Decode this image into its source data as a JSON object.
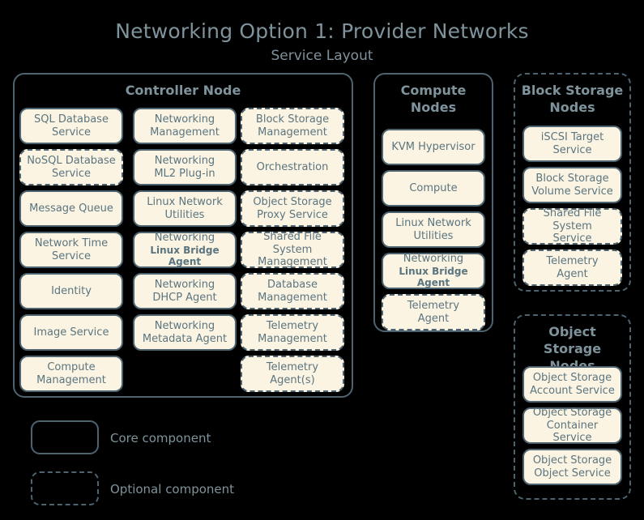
{
  "header": {
    "title": "Networking Option 1: Provider Networks",
    "subtitle": "Service Layout"
  },
  "colors": {
    "background": "#000000",
    "box_fill": "#fcf4e2",
    "stroke": "#4d6470",
    "title_text": "#7e939c",
    "box_text": "#5a7580"
  },
  "panels": [
    {
      "id": "controller-node",
      "title": "Controller Node",
      "style": "solid",
      "columns": [
        {
          "id": "controller-col-1",
          "items": [
            {
              "label": "SQL Database Service",
              "line1": "SQL Database",
              "line2": "Service",
              "style": "solid"
            },
            {
              "label": "NoSQL Database Service",
              "line1": "NoSQL Database",
              "line2": "Service",
              "style": "dashed"
            },
            {
              "label": "Message Queue",
              "line1": "Message Queue",
              "line2": "",
              "style": "solid"
            },
            {
              "label": "Network Time Service",
              "line1": "Network Time",
              "line2": "Service",
              "style": "solid"
            },
            {
              "label": "Identity",
              "line1": "Identity",
              "line2": "",
              "style": "solid"
            },
            {
              "label": "Image Service",
              "line1": "Image Service",
              "line2": "",
              "style": "solid"
            },
            {
              "label": "Compute Management",
              "line1": "Compute",
              "line2": "Management",
              "style": "solid"
            }
          ]
        },
        {
          "id": "controller-col-2",
          "items": [
            {
              "label": "Networking Management",
              "line1": "Networking",
              "line2": "Management",
              "style": "solid"
            },
            {
              "label": "Networking ML2 Plug-in",
              "line1": "Networking",
              "line2": "ML2 Plug-in",
              "style": "solid"
            },
            {
              "label": "Linux Network Utilities",
              "line1": "Linux Network",
              "line2": "Utilities",
              "style": "solid"
            },
            {
              "label": "Networking Linux Bridge Agent",
              "line1": "Networking",
              "line2": "Linux Bridge Agent",
              "style": "solid",
              "emphasis2": true
            },
            {
              "label": "Networking DHCP Agent",
              "line1": "Networking",
              "line2": "DHCP Agent",
              "style": "solid"
            },
            {
              "label": "Networking Metadata Agent",
              "line1": "Networking",
              "line2": "Metadata Agent",
              "style": "solid"
            }
          ]
        },
        {
          "id": "controller-col-3",
          "items": [
            {
              "label": "Block Storage Management",
              "line1": "Block Storage",
              "line2": "Management",
              "style": "dashed"
            },
            {
              "label": "Orchestration",
              "line1": "Orchestration",
              "line2": "",
              "style": "dashed"
            },
            {
              "label": "Object Storage Proxy Service",
              "line1": "Object Storage",
              "line2": "Proxy Service",
              "style": "dashed"
            },
            {
              "label": "Shared File System Management",
              "line1": "Shared File System",
              "line2": "Management",
              "style": "dashed"
            },
            {
              "label": "Database Management",
              "line1": "Database",
              "line2": "Management",
              "style": "dashed"
            },
            {
              "label": "Telemetry Management",
              "line1": "Telemetry",
              "line2": "Management",
              "style": "dashed"
            },
            {
              "label": "Telemetry Agent(s)",
              "line1": "Telemetry",
              "line2": "Agent(s)",
              "style": "dashed"
            }
          ]
        }
      ]
    },
    {
      "id": "compute-nodes",
      "title": "Compute Nodes",
      "style": "solid",
      "columns": [
        {
          "id": "compute-col-1",
          "items": [
            {
              "label": "KVM Hypervisor",
              "line1": "KVM Hypervisor",
              "line2": "",
              "style": "solid"
            },
            {
              "label": "Compute",
              "line1": "Compute",
              "line2": "",
              "style": "solid"
            },
            {
              "label": "Linux Network Utilities",
              "line1": "Linux Network",
              "line2": "Utilities",
              "style": "solid"
            },
            {
              "label": "Networking Linux Bridge Agent",
              "line1": "Networking",
              "line2": "Linux Bridge Agent",
              "style": "solid",
              "emphasis2": true
            },
            {
              "label": "Telemetry Agent",
              "line1": "Telemetry",
              "line2": "Agent",
              "style": "dashed"
            }
          ]
        }
      ]
    },
    {
      "id": "block-storage-nodes",
      "title": "Block Storage Nodes",
      "style": "dashed",
      "columns": [
        {
          "id": "block-storage-col-1",
          "items": [
            {
              "label": "iSCSI Target Service",
              "line1": "iSCSI Target",
              "line2": "Service",
              "style": "solid"
            },
            {
              "label": "Block Storage Volume Service",
              "line1": "Block Storage",
              "line2": "Volume Service",
              "style": "solid"
            },
            {
              "label": "Shared File System Service",
              "line1": "Shared File System",
              "line2": "Service",
              "style": "dashed"
            },
            {
              "label": "Telemetry Agent",
              "line1": "Telemetry",
              "line2": "Agent",
              "style": "dashed"
            }
          ]
        }
      ]
    },
    {
      "id": "object-storage-nodes",
      "title": "Object Storage Nodes",
      "style": "dashed",
      "columns": [
        {
          "id": "object-storage-col-1",
          "items": [
            {
              "label": "Object Storage Account Service",
              "line1": "Object Storage",
              "line2": "Account Service",
              "style": "solid"
            },
            {
              "label": "Object Storage Container Service",
              "line1": "Object Storage",
              "line2": "Container Service",
              "style": "solid"
            },
            {
              "label": "Object Storage Object Service",
              "line1": "Object Storage",
              "line2": "Object Service",
              "style": "solid"
            }
          ]
        }
      ]
    }
  ],
  "legend": {
    "core_label": "Core component",
    "optional_label": "Optional component"
  }
}
